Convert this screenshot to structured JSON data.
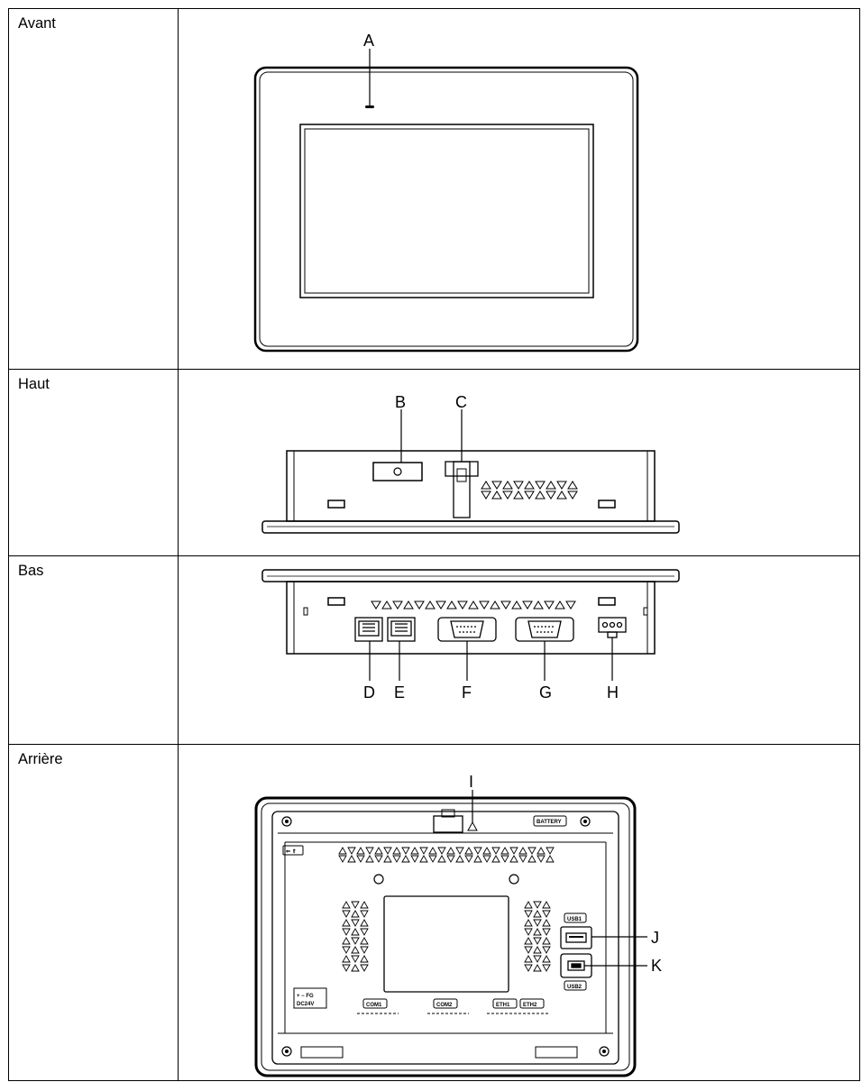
{
  "views": [
    {
      "label": "Avant"
    },
    {
      "label": "Haut"
    },
    {
      "label": "Bas"
    },
    {
      "label": "Arrière"
    }
  ],
  "callouts": {
    "A": "A",
    "B": "B",
    "C": "C",
    "D": "D",
    "E": "E",
    "F": "F",
    "G": "G",
    "H": "H",
    "I": "I",
    "J": "J",
    "K": "K"
  },
  "rear_labels": {
    "battery": "BATTERY",
    "usb1": "USB1",
    "usb2": "USB2",
    "com1": "COM1",
    "com2": "COM2",
    "eth1": "ETH1",
    "eth2": "ETH2",
    "power_polarity": "+  −  FG",
    "power_voltage": "DC24V"
  }
}
